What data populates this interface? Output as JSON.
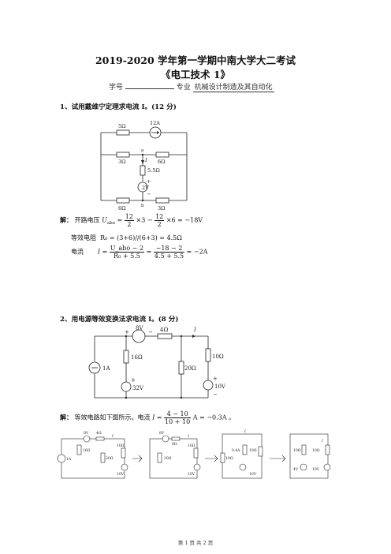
{
  "header": {
    "title": "2019-2020 学年第一学期中南大学大二考试",
    "subtitle": "《电工技术 1》",
    "student_id_label": "学号",
    "major_label": "专业",
    "major_value": "机械设计制造及其自动化"
  },
  "q1": {
    "heading": "1、试用戴维宁定理求电流 I。(12 分)",
    "circuit": {
      "r_top": "5Ω",
      "source_top": "12A",
      "r_left_mid": "3Ω",
      "r_right_mid": "6Ω",
      "node_a": "a",
      "node_b": "b",
      "current": "I",
      "r_center": "5.5Ω",
      "v_center": "2V",
      "r_bottom_left": "6Ω",
      "r_bottom_right": "3Ω",
      "plus": "+",
      "minus": "−"
    },
    "solution": {
      "label": "解：",
      "line1_text": "开路电压",
      "line1_var": "U",
      "line1_sub": "abo",
      "line1_eq": "=",
      "f1_num": "12",
      "f1_den": "2",
      "line1_mid": "×3 −",
      "f2_num": "12",
      "f2_den": "2",
      "line1_end": "×6 = −18V",
      "line2_text": "等效电阻",
      "line2_expr": "R₀ = (3+6)//(6+3) = 4.5Ω",
      "line3_text": "电流",
      "line3_var": "I =",
      "f3_num": "U_abo − 2",
      "f3_den": "R₀ + 5.5",
      "line3_eq": "=",
      "f4_num": "−18 − 2",
      "f4_den": "4.5 + 5.5",
      "line3_end": "= −2A"
    }
  },
  "q2": {
    "heading": "2、用电源等效变换法求电流 I。(8 分)",
    "circuit": {
      "v_top": "8V",
      "r_top": "4Ω",
      "current": "I",
      "i_left": "1A",
      "r_left": "16Ω",
      "v_left": "32V",
      "r_mid": "20Ω",
      "r_right": "10Ω",
      "v_right": "10V",
      "plus": "+",
      "minus": "−"
    },
    "solution": {
      "label": "解：",
      "text": "等效电路如下图所示。电流",
      "var": "I =",
      "f_num": "4 − 10",
      "f_den": "10 + 10",
      "end": "A = −0.3A 。"
    },
    "mini_diagrams": [
      {
        "labels": [
          "8V",
          "4Ω",
          "I",
          "1A",
          "16Ω",
          "20Ω",
          "10Ω",
          "10V"
        ]
      },
      {
        "labels": [
          "8V",
          "I",
          "8Ω",
          "20Ω",
          "10Ω",
          "10V"
        ]
      },
      {
        "labels": [
          "I",
          "10Ω",
          "0.4A",
          "10Ω",
          "10V"
        ]
      },
      {
        "labels": [
          "I",
          "10Ω",
          "10Ω",
          "4V",
          "10V"
        ]
      }
    ]
  },
  "footer": {
    "text": "第 1 页 共 2 页"
  }
}
